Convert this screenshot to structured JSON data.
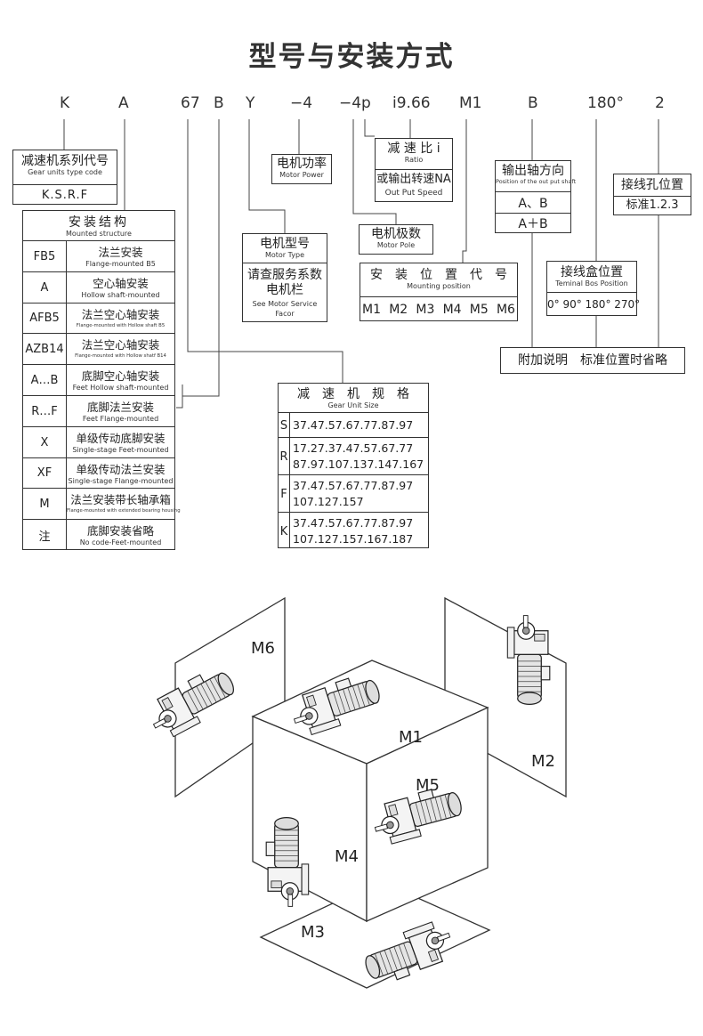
{
  "title": "型号与安装方式",
  "codes": [
    "K",
    "A",
    "67",
    "B",
    "Y",
    "−4",
    "−4p",
    "i9.66",
    "M1",
    "B",
    "180°",
    "2"
  ],
  "boxes": {
    "series": {
      "cn": "减速机系列代号",
      "en": "Gear units type code",
      "value": "K.S.R.F"
    },
    "structure": {
      "cn": "安装结构",
      "en": "Mounted structure",
      "rows": [
        {
          "code": "FB5",
          "cn": "法兰安装",
          "en": "Flange-mounted B5"
        },
        {
          "code": "A",
          "cn": "空心轴安装",
          "en": "Hollow shaft-mounted"
        },
        {
          "code": "AFB5",
          "cn": "法兰空心轴安装",
          "en": "Flange-mounted with Hollow shaft B5"
        },
        {
          "code": "AZB14",
          "cn": "法兰空心轴安装",
          "en": "Flange-mounted with Hollow shatf B14"
        },
        {
          "code": "A…B",
          "cn": "底脚空心轴安装",
          "en": "Feet Hollow shaft-mounted"
        },
        {
          "code": "R…F",
          "cn": "底脚法兰安装",
          "en": "Feet Flange-mounted"
        },
        {
          "code": "X",
          "cn": "单级传动底脚安装",
          "en": "Single-stage Feet-mounted"
        },
        {
          "code": "XF",
          "cn": "单级传动法兰安装",
          "en": "Single-stage Flange-mounted"
        },
        {
          "code": "M",
          "cn": "法兰安装带长轴承箱",
          "en": "Flange-mounted with extended bearing housing"
        },
        {
          "code": "注",
          "cn": "底脚安装省略",
          "en": "No code-Feet-mounted"
        }
      ]
    },
    "motor_power": {
      "cn": "电机功率",
      "en": "Motor Power"
    },
    "motor_type": {
      "cn": "电机型号",
      "en": "Motor Type",
      "note_cn1": "请查服务系数",
      "note_cn2": "电机栏",
      "note_en1": "See Motor Service",
      "note_en2": "Facor"
    },
    "ratio": {
      "cn": "减 速 比 i",
      "en": "Ratio",
      "cn2": "或输出转速NA",
      "en2": "Out Put Speed"
    },
    "motor_pole": {
      "cn": "电机极数",
      "en": "Motor Pole"
    },
    "mounting_position": {
      "cn": "安　装　位　置　代　号",
      "en": "Mounting position",
      "values": [
        "M1",
        "M2",
        "M3",
        "M4",
        "M5",
        "M6"
      ]
    },
    "output_shaft": {
      "cn": "输出轴方向",
      "en": "Position of the out put shaft",
      "opt1": "A、B",
      "opt2": "A＋B"
    },
    "terminal_box": {
      "cn": "接线盒位置",
      "en": "Teminal Bos Position",
      "values": "0°  90°  180°  270°"
    },
    "cable_hole": {
      "cn": "接线孔位置",
      "value": "标准1.2.3"
    },
    "note": {
      "cn": "附加说明　标准位置时省略"
    },
    "gear_size": {
      "cn": "减　速　机　规　格",
      "en": "Gear Unit Size",
      "rows": [
        {
          "code": "S",
          "lines": [
            "37.47.57.67.77.87.97"
          ]
        },
        {
          "code": "R",
          "lines": [
            "17.27.37.47.57.67.77",
            "87.97.107.137.147.167"
          ]
        },
        {
          "code": "F",
          "lines": [
            "37.47.57.67.77.87.97",
            "107.127.157"
          ]
        },
        {
          "code": "K",
          "lines": [
            "37.47.57.67.77.87.97",
            "107.127.157.167.187"
          ]
        }
      ]
    }
  },
  "positions": [
    "M6",
    "M1",
    "M2",
    "M5",
    "M4",
    "M3"
  ],
  "colors": {
    "line": "#333333",
    "gear_fill": "#e8e8e8",
    "gear_stroke": "#222222"
  }
}
